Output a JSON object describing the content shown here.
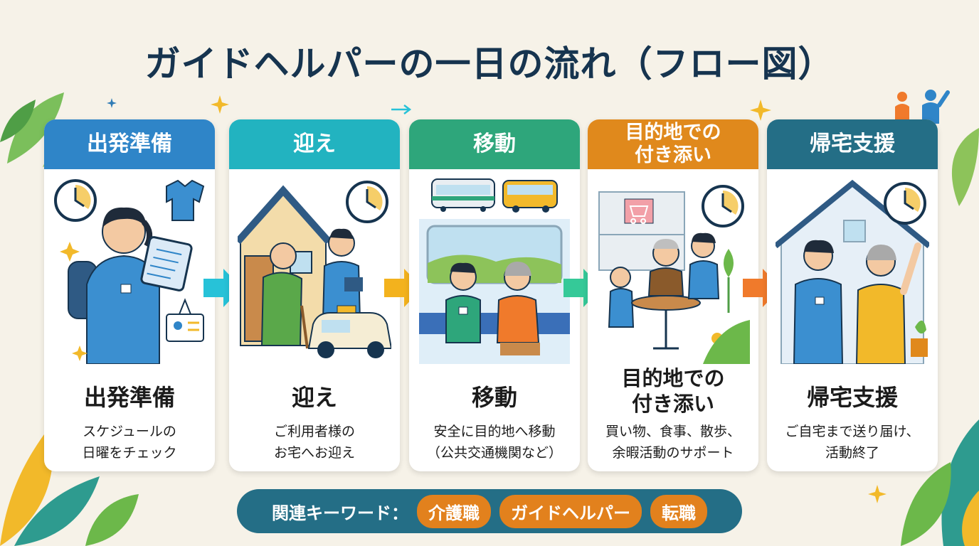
{
  "title": "ガイドヘルパーの一日の流れ（フロー図）",
  "colors": {
    "background": "#f6f2e8",
    "title": "#16344f",
    "keyword_bar": "#246e86",
    "keyword_chip": "#e2811d"
  },
  "steps": [
    {
      "header": "出発準備",
      "title": "出発準備",
      "desc": "スケジュールの\n日曜をチェック",
      "color": "#2f85c8",
      "icons": [
        "clock-icon",
        "shirt-icon",
        "tablet-icon",
        "id-card-icon",
        "helper-person-icon",
        "backpack-icon"
      ]
    },
    {
      "header": "迎え",
      "title": "迎え",
      "desc": "ご利用者様の\nお宅へお迎え",
      "color": "#22b3c0",
      "icons": [
        "clock-icon",
        "house-icon",
        "elderly-man-icon",
        "helper-person-icon",
        "taxi-icon"
      ]
    },
    {
      "header": "移動",
      "title": "移動",
      "desc": "安全に目的地へ移動\n（公共交通機関など）",
      "color": "#2ea67b",
      "icons": [
        "train-icon",
        "bus-icon",
        "helper-person-icon",
        "elderly-woman-icon"
      ]
    },
    {
      "header": "目的地での\n付き添い",
      "title": "目的地での\n付き添い",
      "desc": "買い物、食事、散歩、\n余暇活動のサポート",
      "color": "#e0891c",
      "icons": [
        "clock-icon",
        "shop-icon",
        "cafe-table-icon",
        "helper-person-icon",
        "elderly-man-icon",
        "child-icon"
      ]
    },
    {
      "header": "帰宅支援",
      "title": "帰宅支援",
      "desc": "ご自宅まで送り届け、\n活動終了",
      "color": "#246e86",
      "icons": [
        "clock-icon",
        "house-icon",
        "helper-person-icon",
        "elderly-woman-icon",
        "plant-icon"
      ]
    }
  ],
  "arrows": [
    {
      "color": "#27c2d8",
      "icon": "arrow-right-icon"
    },
    {
      "color": "#f3b21d",
      "icon": "arrow-right-icon"
    },
    {
      "color": "#35c998",
      "icon": "arrow-right-icon"
    },
    {
      "color": "#f07a2b",
      "icon": "arrow-right-icon"
    }
  ],
  "keywords": {
    "label": "関連キーワード：",
    "items": [
      "介護職",
      "ガイドヘルパー",
      "転職"
    ]
  }
}
